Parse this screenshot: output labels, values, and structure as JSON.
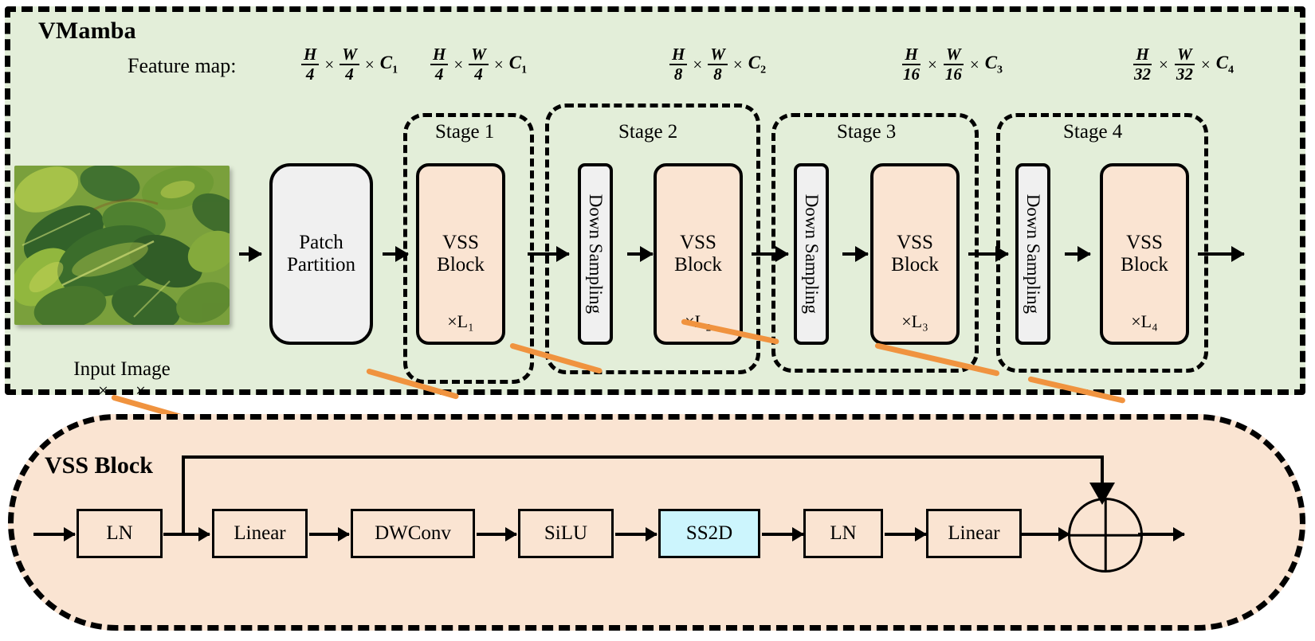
{
  "diagram": {
    "title": "VMamba",
    "feature_map_label": "Feature map:",
    "feature_maps": [
      {
        "num1": "H",
        "den1": "4",
        "num2": "W",
        "den2": "4",
        "channel": "C",
        "sub": "1"
      },
      {
        "num1": "H",
        "den1": "4",
        "num2": "W",
        "den2": "4",
        "channel": "C",
        "sub": "1"
      },
      {
        "num1": "H",
        "den1": "8",
        "num2": "W",
        "den2": "8",
        "channel": "C",
        "sub": "2"
      },
      {
        "num1": "H",
        "den1": "16",
        "num2": "W",
        "den2": "16",
        "channel": "C",
        "sub": "3"
      },
      {
        "num1": "H",
        "den1": "32",
        "num2": "W",
        "den2": "32",
        "channel": "C",
        "sub": "4"
      }
    ],
    "times_symbol": "×",
    "input": {
      "caption": "Input Image",
      "dims": "××",
      "image_alt": "green-leaves-photo"
    },
    "patch_partition": {
      "line1": "Patch",
      "line2": "Partition"
    },
    "stages": [
      {
        "label": "Stage 1",
        "vss": {
          "line1": "VSS",
          "line2": "Block",
          "repeat": "×L₁"
        },
        "downsample": null
      },
      {
        "label": "Stage 2",
        "vss": {
          "line1": "VSS",
          "line2": "Block",
          "repeat": "×L₂"
        },
        "downsample": "Down Sampling"
      },
      {
        "label": "Stage 3",
        "vss": {
          "line1": "VSS",
          "line2": "Block",
          "repeat": "×L₃"
        },
        "downsample": "Down Sampling"
      },
      {
        "label": "Stage 4",
        "vss": {
          "line1": "VSS",
          "line2": "Block",
          "repeat": "×L₄"
        },
        "downsample": "Down Sampling"
      }
    ],
    "vss_detail": {
      "title": "VSS Block",
      "blocks": [
        {
          "label": "LN",
          "highlight": false
        },
        {
          "label": "Linear",
          "highlight": false
        },
        {
          "label": "DWConv",
          "highlight": false
        },
        {
          "label": "SiLU",
          "highlight": false
        },
        {
          "label": "SS2D",
          "highlight": true
        },
        {
          "label": "LN",
          "highlight": false
        },
        {
          "label": "Linear",
          "highlight": false
        }
      ],
      "add_operator": "plus-circle"
    },
    "colors": {
      "panel_green": "#e3eed9",
      "panel_peach": "#fae4d2",
      "block_gray": "#f0f0f0",
      "ss2d_cyan": "#ccf5fd",
      "leader_orange": "#f0933f",
      "stroke": "#000000"
    }
  }
}
